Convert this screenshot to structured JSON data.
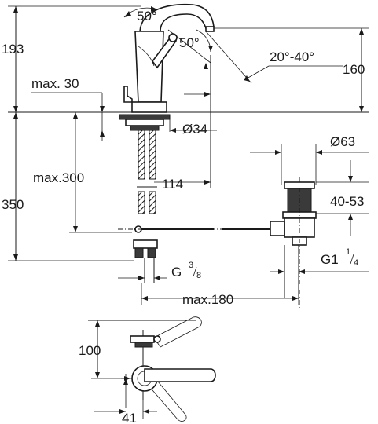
{
  "labels": {
    "height_total": "193",
    "spout_angle": "50°",
    "lever_angle": "50°",
    "height_spout": "160",
    "tilt_range": "20°-40°",
    "max_thickness": "max. 30",
    "dia_body": "Ø34",
    "dia_waste": "Ø63",
    "max_rod": "max.300",
    "spout_reach": "114",
    "height_below": "350",
    "waste_range": "40-53",
    "thread_supply_main": "G ",
    "thread_supply_num": "3",
    "thread_supply_den": "8",
    "thread_waste_main": "G1 ",
    "thread_waste_num": "1",
    "thread_waste_den": "4",
    "max_pullrod": "max.180",
    "plan_depth": "100",
    "plan_offset": "41"
  },
  "colors": {
    "line": "#1a1a1a",
    "fill_dark": "#3a3a3a",
    "background": "#ffffff"
  }
}
